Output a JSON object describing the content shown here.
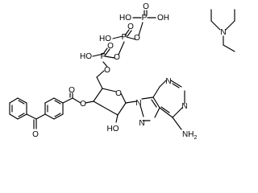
{
  "structure": {
    "atoms": {
      "oh_1": "HO",
      "oh_2": "OH",
      "oh_3": "HO",
      "oh_4": "HO",
      "oh_5": "HO",
      "o_dbl_1": "O",
      "o_dbl_2": "O",
      "o_dbl_3": "O",
      "p_1": "P",
      "p_2": "P",
      "p_3": "P",
      "o_bridge_1": "O",
      "o_bridge_2": "O",
      "o_bridge_3": "O",
      "o_ring": "O",
      "o_ester": "O",
      "o_carbonyl_ester": "O",
      "o_ketone": "O",
      "n_9": "N",
      "n_7": "N",
      "n_3": "N",
      "n_1": "N",
      "nh2_n": "NH",
      "nh2_sub": "2",
      "amine_n": "N"
    },
    "colors": {
      "ink": "#000000",
      "background": "#ffffff"
    }
  }
}
